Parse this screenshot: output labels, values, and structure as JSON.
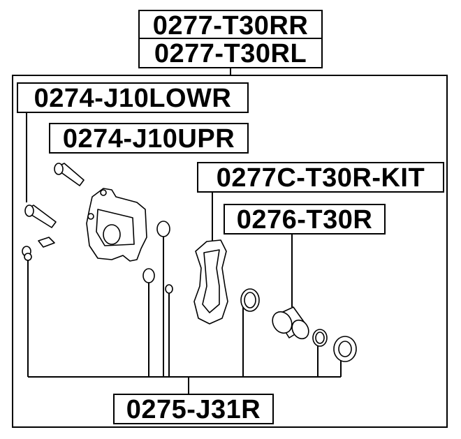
{
  "part_numbers": {
    "assembly_rr": "0277-T30RR",
    "assembly_rl": "0277-T30RL",
    "lower_guide_pin": "0274-J10LOWR",
    "upper_guide_pin": "0274-J10UPR",
    "pad_kit": "0277C-T30R-KIT",
    "piston": "0276-T30R",
    "repair_kit": "0275-J31R"
  },
  "colors": {
    "line": "#000000",
    "background": "#ffffff"
  }
}
